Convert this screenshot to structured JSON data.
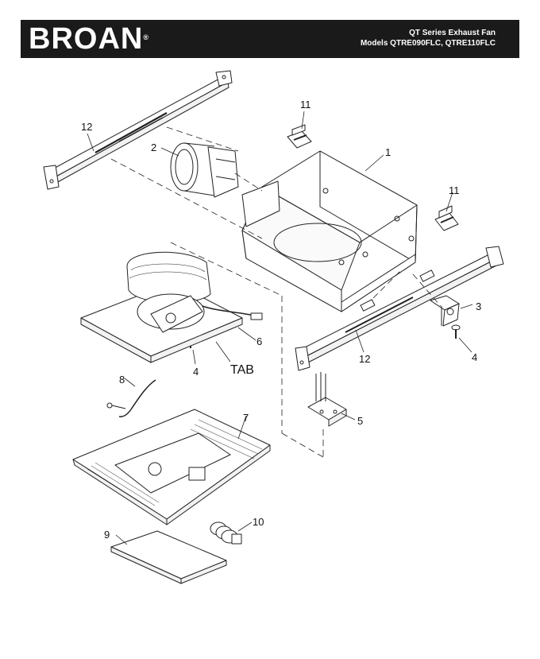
{
  "header": {
    "brand": "BROAN",
    "title": "QT Series Exhaust Fan",
    "models": "Models QTRE090FLC, QTRE110FLC"
  },
  "callouts": {
    "c1": "1",
    "c2": "2",
    "c3": "3",
    "c4a": "4",
    "c4b": "4",
    "c5": "5",
    "c6": "6",
    "c7": "7",
    "c8": "8",
    "c9": "9",
    "c10": "10",
    "c11a": "11",
    "c11b": "11",
    "c12a": "12",
    "c12b": "12",
    "tab": "TAB"
  }
}
